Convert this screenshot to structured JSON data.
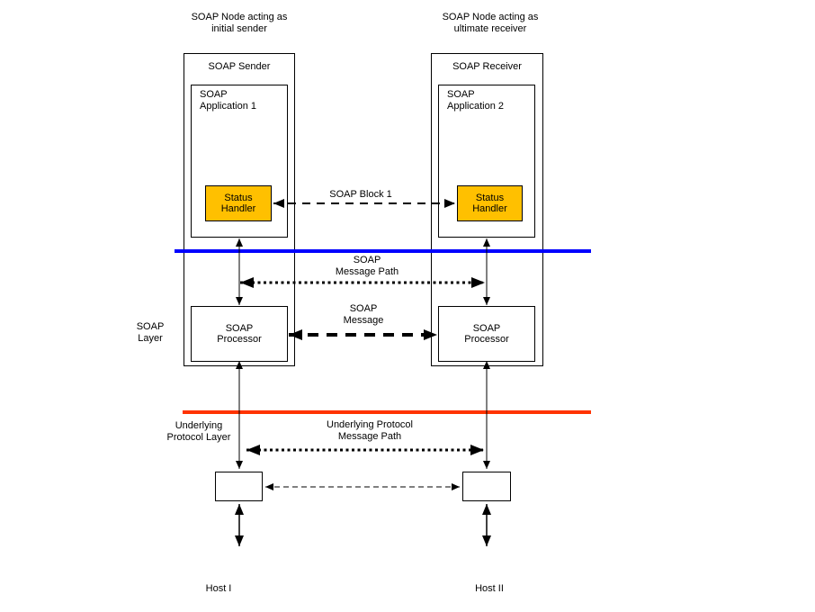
{
  "diagram": {
    "node_titles": {
      "left": {
        "line1": "SOAP Node acting as",
        "line2": "initial sender"
      },
      "right": {
        "line1": "SOAP Node acting as",
        "line2": "ultimate receiver"
      }
    },
    "sender": {
      "label": "SOAP Sender",
      "application": {
        "line1": "SOAP",
        "line2": "Application 1"
      },
      "status_handler": {
        "line1": "Status",
        "line2": "Handler"
      },
      "processor": {
        "line1": "SOAP",
        "line2": "Processor"
      }
    },
    "receiver": {
      "label": "SOAP Receiver",
      "application": {
        "line1": "SOAP",
        "line2": "Application 2"
      },
      "status_handler": {
        "line1": "Status",
        "line2": "Handler"
      },
      "processor": {
        "line1": "SOAP",
        "line2": "Processor"
      }
    },
    "arrows": {
      "soap_block": "SOAP Block 1",
      "soap_message_path": {
        "line1": "SOAP",
        "line2": "Message Path"
      },
      "soap_message": {
        "line1": "SOAP",
        "line2": "Message"
      },
      "underlying_message_path": {
        "line1": "Underlying Protocol",
        "line2": "Message Path"
      }
    },
    "layers": {
      "soap_layer": {
        "line1": "SOAP",
        "line2": "Layer"
      },
      "underlying_protocol_layer": {
        "line1": "Underlying",
        "line2": "Protocol Layer"
      }
    },
    "hosts": {
      "left": "Host I",
      "right": "Host II"
    },
    "colors": {
      "status_handler_fill": "#FFC000",
      "soap_layer_line": "#0000FF",
      "protocol_layer_line": "#FF3300",
      "diagram_line": "#000000",
      "background": "#FFFFFF"
    }
  }
}
